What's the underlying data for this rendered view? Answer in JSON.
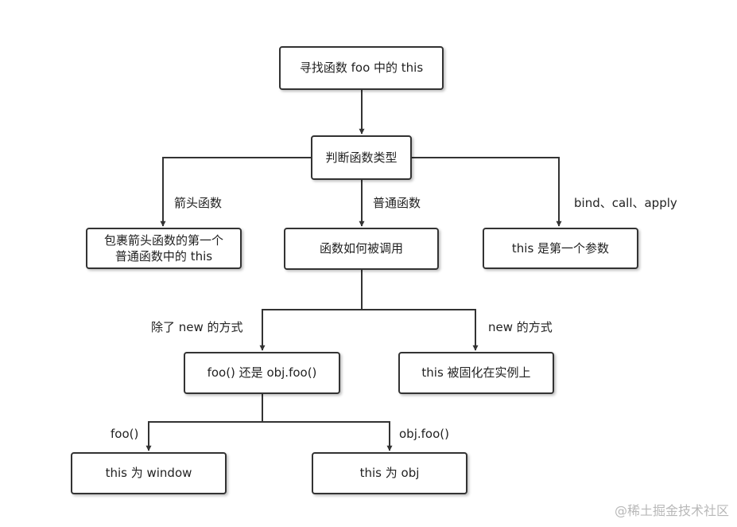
{
  "nodes": {
    "find_this": "寻找函数 foo 中的 this",
    "judge_type": "判断函数类型",
    "arrow_result_1": "包裹箭头函数的第一个",
    "arrow_result_2": "普通函数中的 this",
    "how_called": "函数如何被调用",
    "bind_result": "this 是第一个参数",
    "foo_or_obj": "foo() 还是 obj.foo()",
    "new_result": "this 被固化在实例上",
    "window_result": "this 为 window",
    "obj_result": "this 为 obj"
  },
  "edges": {
    "arrow_fn": "箭头函数",
    "normal_fn": "普通函数",
    "bind_call_apply": "bind、call、apply",
    "not_new": "除了 new 的方式",
    "with_new": "new 的方式",
    "plain_call": "foo()",
    "method_call": "obj.foo()"
  },
  "watermark": "@稀土掘金技术社区",
  "colors": {
    "line": "#333333",
    "border": "#333333",
    "text": "#222222",
    "watermark": "#b8b8b8"
  }
}
